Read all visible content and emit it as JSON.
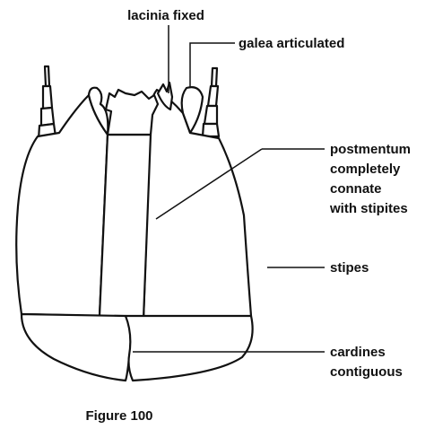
{
  "labels": {
    "lacinia": "lacinia fixed",
    "galea": "galea articulated",
    "postmentum": [
      "postmentum",
      "completely",
      "connate",
      "with stipites"
    ],
    "stipes": "stipes",
    "cardines": [
      "cardines",
      "contiguous"
    ]
  },
  "caption": "Figure 100",
  "colors": {
    "ink": "#111111",
    "paper": "#ffffff"
  }
}
